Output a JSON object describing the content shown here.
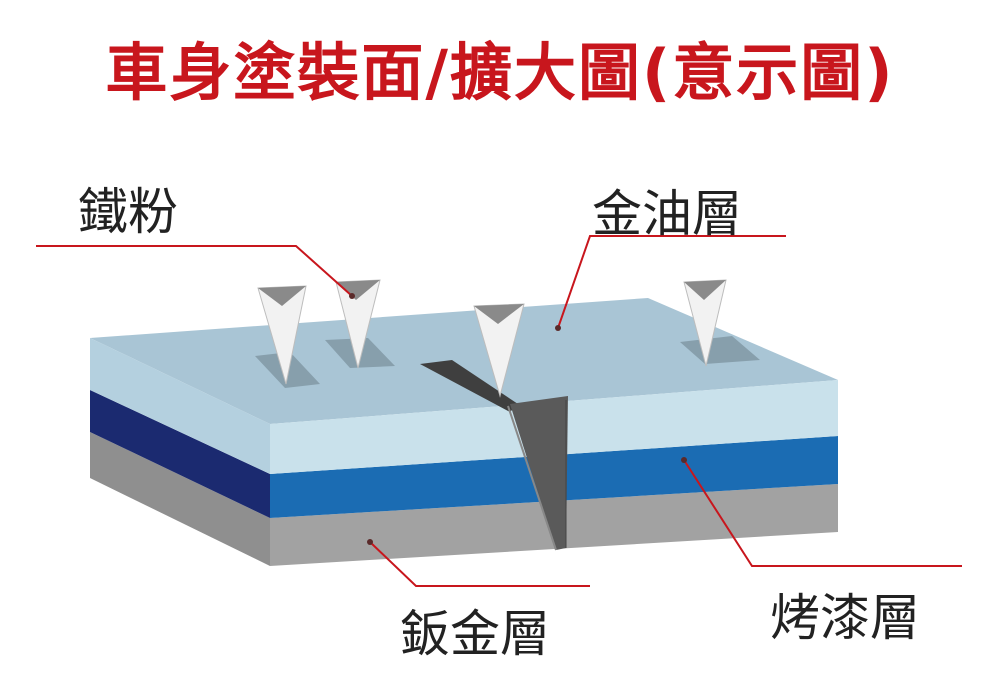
{
  "title": "車身塗裝面/擴大圖(意示圖)",
  "labels": {
    "iron_powder": "鐵粉",
    "clear_coat": "金油層",
    "sheet_metal": "鈑金層",
    "paint_layer": "烤漆層"
  },
  "colors": {
    "title": "#c8161d",
    "leader_line": "#c8161d",
    "clear_top": "#a9c5d5",
    "clear_front": "#c6dfea",
    "clear_side": "#d4e8f0",
    "paint_front": "#1b6cb3",
    "paint_left": "#1b2a70",
    "metal": "#9c9c9c",
    "crack": "#5a5a5a",
    "particle": "#f4f4f4"
  }
}
